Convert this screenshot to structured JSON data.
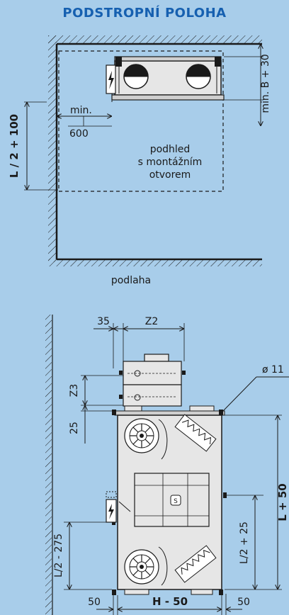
{
  "header": {
    "title": "PODSTROPNÍ POLOHA"
  },
  "colors": {
    "background": "#a8cdea",
    "title": "#1660b0",
    "line": "#1a1a1a",
    "unit_fill": "#e6e6e6"
  },
  "top_view": {
    "dim_left_vertical": "L / 2 + 100",
    "dim_right_vertical": "min. B + 30",
    "dim_min": "min.",
    "dim_600": "600",
    "label_ceiling_line1": "podhled",
    "label_ceiling_line2": "s montážním",
    "label_ceiling_line3": "otvorem",
    "label_floor": "podlaha"
  },
  "bottom_view": {
    "dim_35": "35",
    "dim_z2": "Z2",
    "dim_z3": "Z3",
    "dim_25": "25",
    "dim_diameter": "ø 11",
    "dim_l50": "L + 50",
    "dim_l2_25": "L/2 + 25",
    "dim_l2_275": "L/2 - 275",
    "dim_50_left": "50",
    "dim_h50": "H - 50",
    "dim_50_right": "50"
  },
  "icons": [
    "lightning-icon",
    "fan-icon",
    "heat-exchanger-icon",
    "logo-icon"
  ]
}
